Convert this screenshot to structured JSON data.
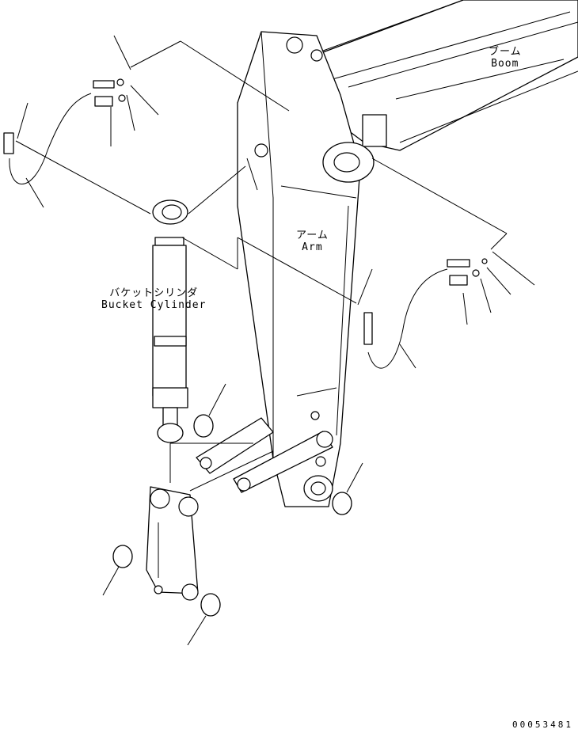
{
  "labels": {
    "boom": {
      "jp": "ブーム",
      "en": "Boom"
    },
    "arm": {
      "jp": "アーム",
      "en": "Arm"
    },
    "bucket_cylinder": {
      "jp": "バケットシリンダ",
      "en": "Bucket Cylinder"
    }
  },
  "drawing_number": "00053481"
}
